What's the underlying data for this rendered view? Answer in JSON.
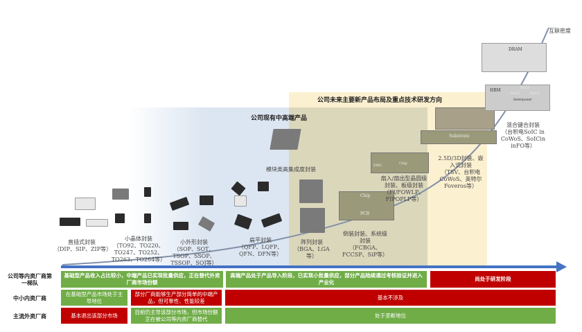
{
  "panels": {
    "existing_title": "公司现有中高端产品",
    "future_title": "公司未来主要新产品布局及重点技术研发方向"
  },
  "axis_label": "互联密度",
  "packages": [
    {
      "name": "直插式封装",
      "detail": "（DIP、SIP、ZIP等）"
    },
    {
      "name": "小晶体封装",
      "detail": "（TO92、TO220、TO247、TO252、TO263、TO264等）"
    },
    {
      "name": "小外形封装",
      "detail": "（SOP、SOT、TSOP、SSOP、TSSOP、SOJ等）"
    },
    {
      "name": "扁平封装",
      "detail": "（QFP、LQFP、QFN、DFN等）"
    },
    {
      "name": "模块类高集成度封装",
      "detail": ""
    },
    {
      "name": "阵列封装",
      "detail": "（BGA、LGA等）"
    },
    {
      "name": "倒装封装、系统级封装",
      "detail": "（FCBGA、FCCSP、SiP等）"
    },
    {
      "name": "扇入/扇出型晶圆级封装、板级封装",
      "detail": "（FI/FOWLP、FIPOPLP等）"
    },
    {
      "name": "2.5D/3D封装、嵌入式封装",
      "detail": "（TSV、台积电CoWoS、英特尔Foveros等）"
    },
    {
      "name": "混合键合封装",
      "detail": "（台积电SoIC in CoWoS、SoICin inFO等）"
    }
  ],
  "diagram_labels": {
    "chip": "Chip",
    "substrate": "Substrate",
    "pcb": "PCB",
    "emc": "EMC",
    "dram": "DRAM",
    "hbm": "HBM",
    "soc1": "SoC1",
    "soc2": "SoC2",
    "soc3": "SoC3",
    "interposer": "Interposer"
  },
  "table": {
    "rows": [
      {
        "label": "公司等内资厂商第一梯队",
        "cells": [
          {
            "text": "基础型产品收入占比较小，中端产品已实现批量供应，正在替代外资厂商市场份额",
            "status": "green"
          },
          {
            "text": "高端产品处于产品导入阶段，已实现小批量供应，部分产品陆续通过考核验证并进入产业化",
            "status": "green"
          },
          {
            "text": "尚处于研发阶段",
            "status": "red"
          }
        ]
      },
      {
        "label": "中小内资厂商",
        "cells": [
          {
            "text": "在基础型产品市场处于主导地位",
            "status": "green"
          },
          {
            "text": "部分厂商能够生产部分简单的中端产品，但可靠性、性能较差",
            "status": "red"
          },
          {
            "text": "基本不涉及",
            "status": "red"
          }
        ]
      },
      {
        "label": "主流外资厂商",
        "cells": [
          {
            "text": "基本退出该部分市场",
            "status": "red"
          },
          {
            "text": "目前仍主导该部分市场，但市场份额正在被公司等内资厂商替代",
            "status": "green"
          },
          {
            "text": "处于垄断地位",
            "status": "green"
          }
        ]
      }
    ]
  },
  "colors": {
    "green": "#70ad47",
    "red": "#c00000",
    "blue_panel": "#dce6f2",
    "yellow_panel": "#fbefcf",
    "arrow": "#4472c4"
  }
}
